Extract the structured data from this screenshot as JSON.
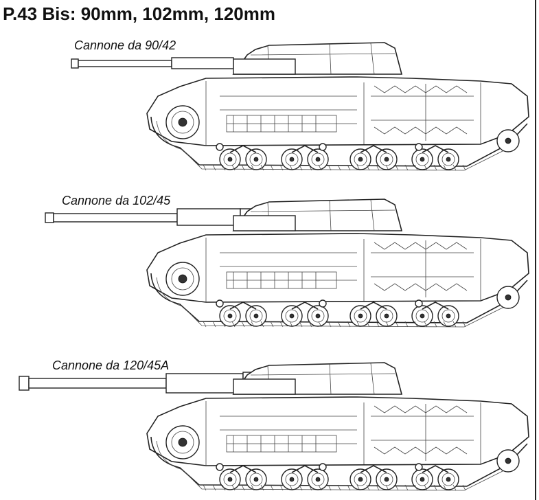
{
  "title": "P.43 Bis: 90mm, 102mm, 120mm",
  "variants": [
    {
      "label": "Cannone da 90/42"
    },
    {
      "label": "Cannone da 102/45"
    },
    {
      "label": "Cannone da 120/45A"
    }
  ],
  "colors": {
    "ink": "#222222",
    "background": "#ffffff"
  }
}
